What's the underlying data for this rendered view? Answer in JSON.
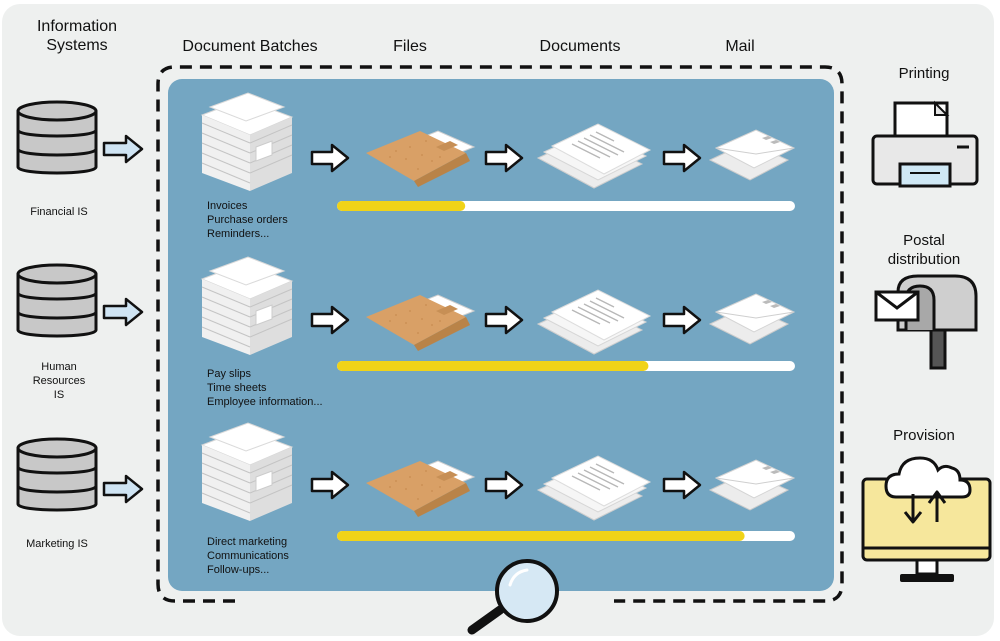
{
  "headers": {
    "information_systems": "Information Systems",
    "document_batches": "Document Batches",
    "files": "Files",
    "documents": "Documents",
    "mail": "Mail"
  },
  "information_systems": [
    {
      "label": "Financial IS"
    },
    {
      "label": "Human Resources IS"
    },
    {
      "label": "Marketing IS"
    }
  ],
  "batches": [
    {
      "items": [
        "Invoices",
        "Purchase orders",
        "Reminders..."
      ],
      "progress": 0.28
    },
    {
      "items": [
        "Pay slips",
        "Time sheets",
        "Employee information..."
      ],
      "progress": 0.68
    },
    {
      "items": [
        "Direct marketing",
        "Communications",
        "Follow-ups..."
      ],
      "progress": 0.89
    }
  ],
  "outputs": {
    "printing": "Printing",
    "postal": "Postal distribution",
    "provision": "Provision"
  },
  "colors": {
    "panel": "#74a6c2",
    "folder": "#d9a066",
    "progress": "#f0d318",
    "printer_tray": "#cfe8f5",
    "monitor_screen": "#f6e79c"
  },
  "icons": [
    "database-icon",
    "arrow-icon",
    "paper-stack-icon",
    "folder-icon",
    "documents-icon",
    "envelope-icon",
    "printer-icon",
    "mailbox-icon",
    "monitor-cloud-icon",
    "magnifier-icon"
  ]
}
